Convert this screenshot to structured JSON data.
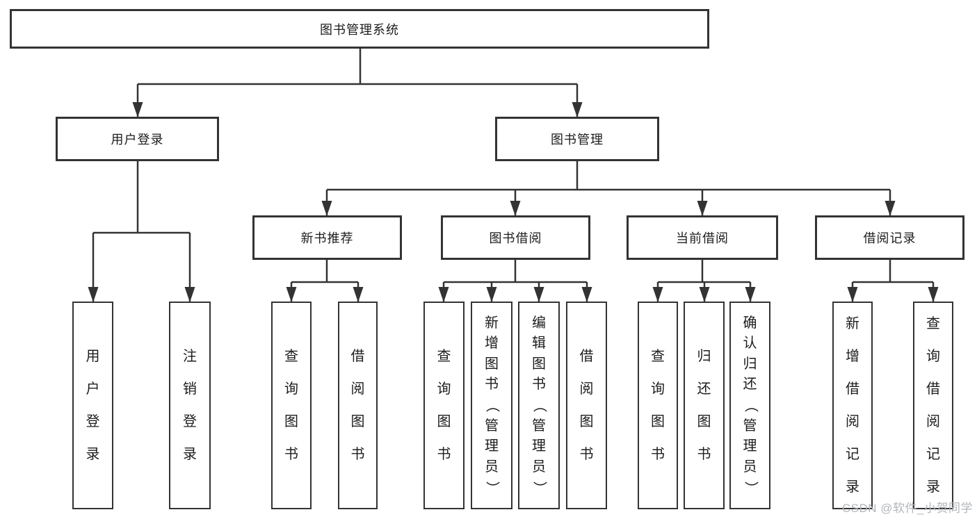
{
  "diagram_title": "图书管理系统",
  "tree": {
    "root": {
      "label": "图书管理系统"
    },
    "level2": [
      {
        "label": "用户登录"
      },
      {
        "label": "图书管理"
      }
    ],
    "level3": [
      {
        "label": "新书推荐"
      },
      {
        "label": "图书借阅"
      },
      {
        "label": "当前借阅"
      },
      {
        "label": "借阅记录"
      }
    ],
    "leaves": {
      "login": [
        "用户登录",
        "注销登录"
      ],
      "recommend": [
        "查询图书",
        "借阅图书"
      ],
      "borrow": [
        "查询图书",
        "新增图书（管理员）",
        "编辑图书（管理员）",
        "借阅图书"
      ],
      "current": [
        "查询图书",
        "归还图书",
        "确认归还（管理员）"
      ],
      "records": [
        "新增借阅记录",
        "查询借阅记录"
      ]
    }
  },
  "watermark": "CSDN @软件_小贺同学",
  "colors": {
    "line": "#333333",
    "box_border": "#333333",
    "text": "#1c1c1c",
    "watermark": "#b3b6bb",
    "background": "#ffffff"
  }
}
